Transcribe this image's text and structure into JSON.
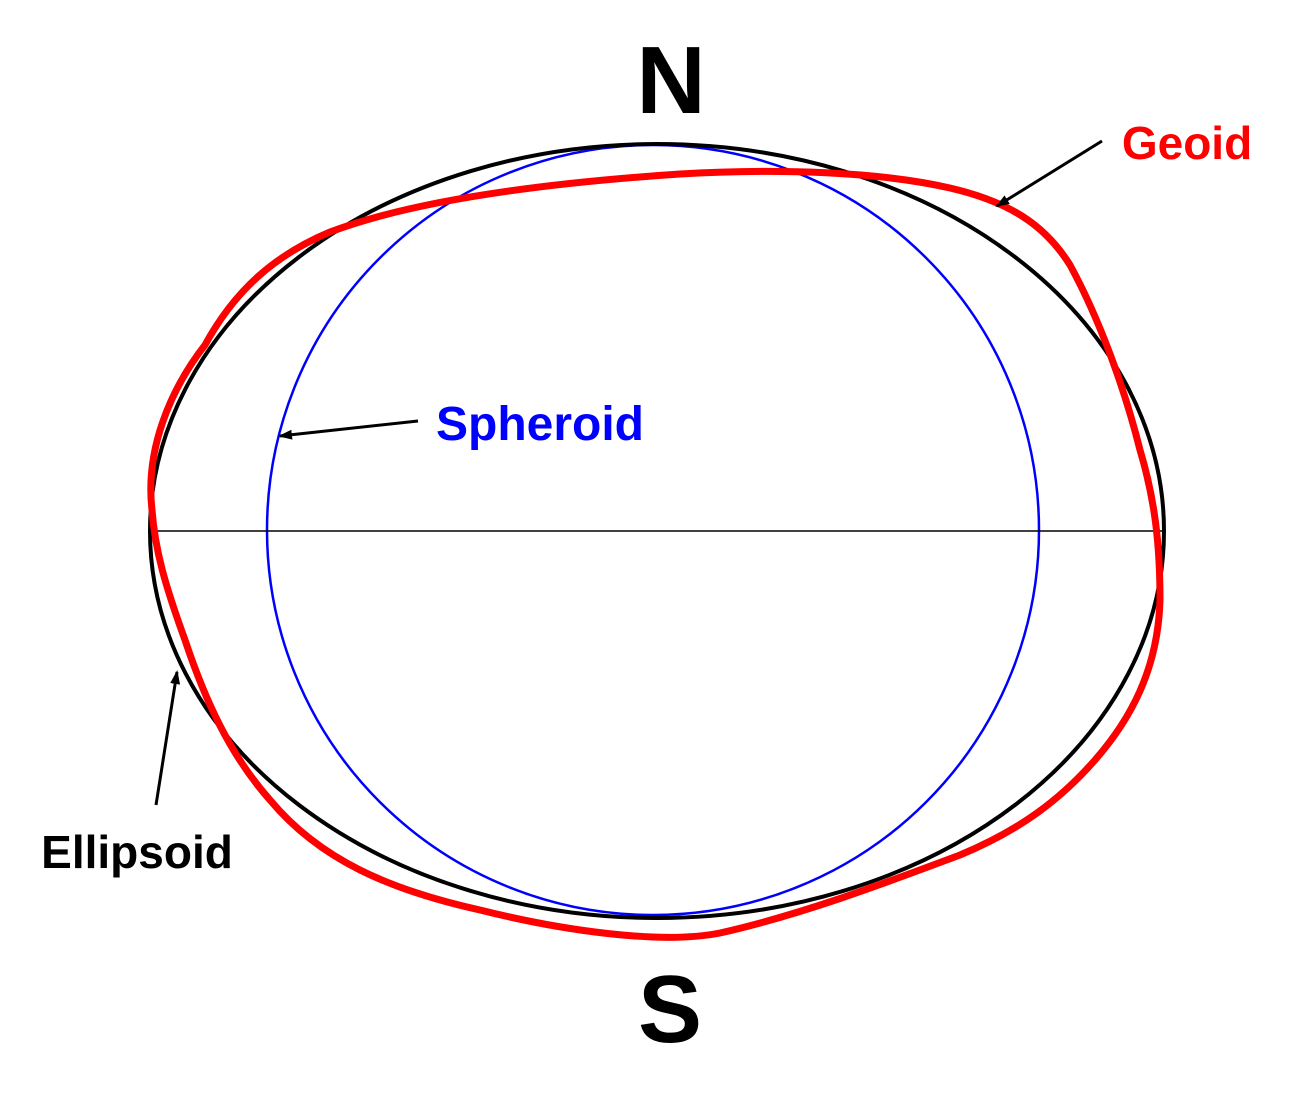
{
  "labels": {
    "north": "N",
    "south": "S",
    "geoid": "Geoid",
    "spheroid": "Spheroid",
    "ellipsoid": "Ellipsoid"
  },
  "colors": {
    "geoid": "#ff0000",
    "spheroid": "#0000ff",
    "ellipsoid": "#000000",
    "equator": "#000000",
    "background": "#ffffff"
  }
}
